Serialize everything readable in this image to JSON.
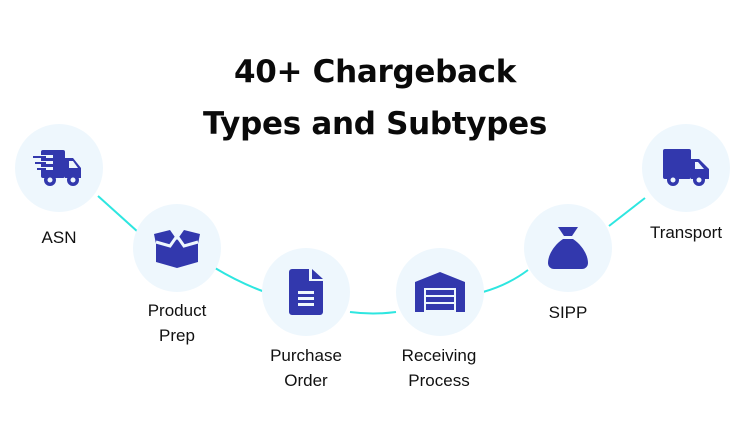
{
  "title": {
    "line1": "40+ Chargeback",
    "line2": "Types and Subtypes"
  },
  "colors": {
    "icon": "#3238ad",
    "circle": "#eef7fd",
    "connector": "#2ee6e0",
    "text": "#0a0a0a"
  },
  "steps": [
    {
      "id": "asn",
      "icon": "fast-truck-icon",
      "label_line1": "ASN",
      "label_line2": ""
    },
    {
      "id": "product-prep",
      "icon": "open-box-icon",
      "label_line1": "Product",
      "label_line2": "Prep"
    },
    {
      "id": "purchase-order",
      "icon": "document-icon",
      "label_line1": "Purchase",
      "label_line2": "Order"
    },
    {
      "id": "receiving-process",
      "icon": "warehouse-icon",
      "label_line1": "Receiving",
      "label_line2": "Process"
    },
    {
      "id": "sipp",
      "icon": "sack-icon",
      "label_line1": "SIPP",
      "label_line2": ""
    },
    {
      "id": "transport",
      "icon": "truck-icon",
      "label_line1": "Transport",
      "label_line2": ""
    }
  ]
}
